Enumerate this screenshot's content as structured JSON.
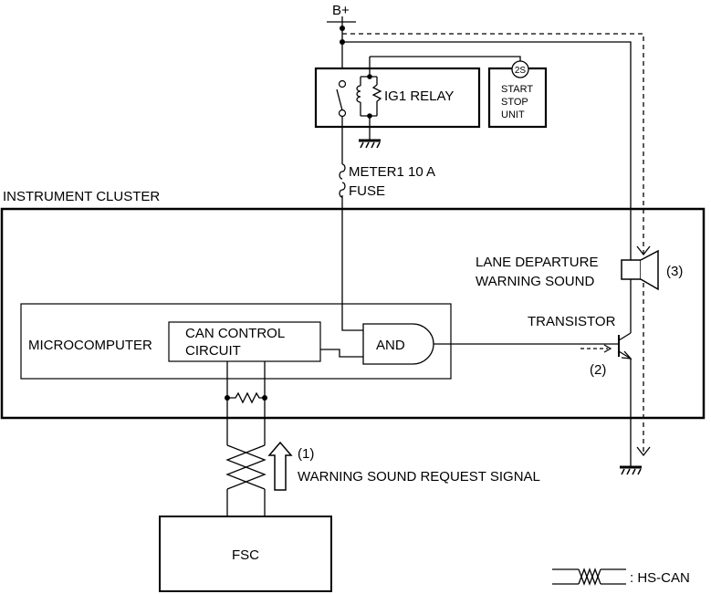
{
  "labels": {
    "battery": "B+",
    "ig1_relay": "IG1 RELAY",
    "start_stop_badge": "2S",
    "start_stop_line1": "START",
    "start_stop_line2": "STOP",
    "start_stop_line3": "UNIT",
    "fuse_line1": "METER1 10 A",
    "fuse_line2": "FUSE",
    "instrument_cluster": "INSTRUMENT CLUSTER",
    "lane_departure_line1": "LANE DEPARTURE",
    "lane_departure_line2": "WARNING SOUND",
    "callout_3": "(3)",
    "transistor": "TRANSISTOR",
    "callout_2": "(2)",
    "microcomputer": "MICROCOMPUTER",
    "can_control_line1": "CAN CONTROL",
    "can_control_line2": "CIRCUIT",
    "and_gate": "AND",
    "callout_1": "(1)",
    "warning_signal": "WARNING SOUND REQUEST SIGNAL",
    "fsc": "FSC",
    "legend": ": HS-CAN"
  }
}
